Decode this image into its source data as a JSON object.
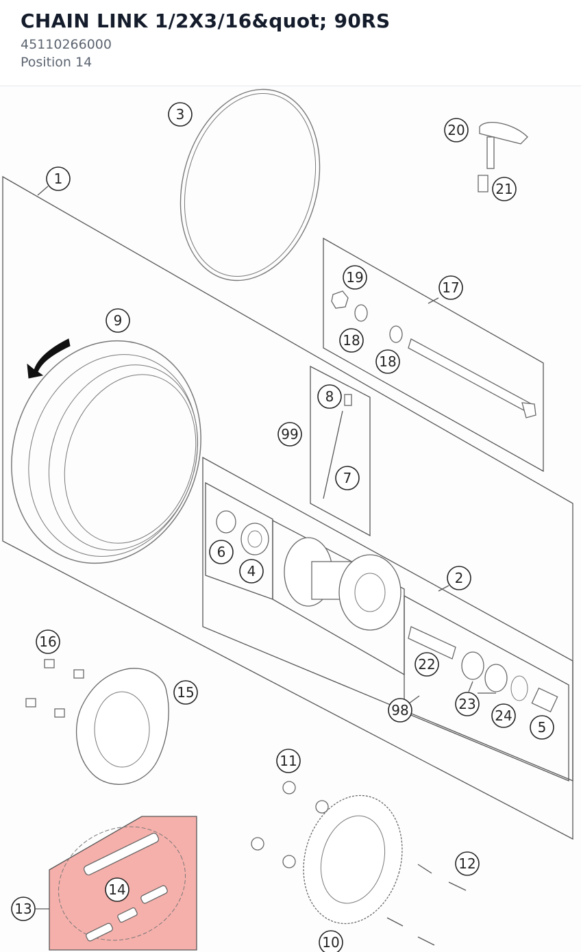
{
  "header": {
    "title": "CHAIN LINK 1/2X3/16&quot; 90RS",
    "part_number": "45110266000",
    "position": "Position 14"
  },
  "diagram": {
    "highlight_color": "#f4a29c",
    "callouts": [
      "1",
      "2",
      "3",
      "4",
      "5",
      "6",
      "7",
      "8",
      "9",
      "10",
      "11",
      "12",
      "13",
      "14",
      "15",
      "16",
      "17",
      "18",
      "18",
      "19",
      "20",
      "21",
      "22",
      "23",
      "24",
      "98",
      "99"
    ]
  }
}
